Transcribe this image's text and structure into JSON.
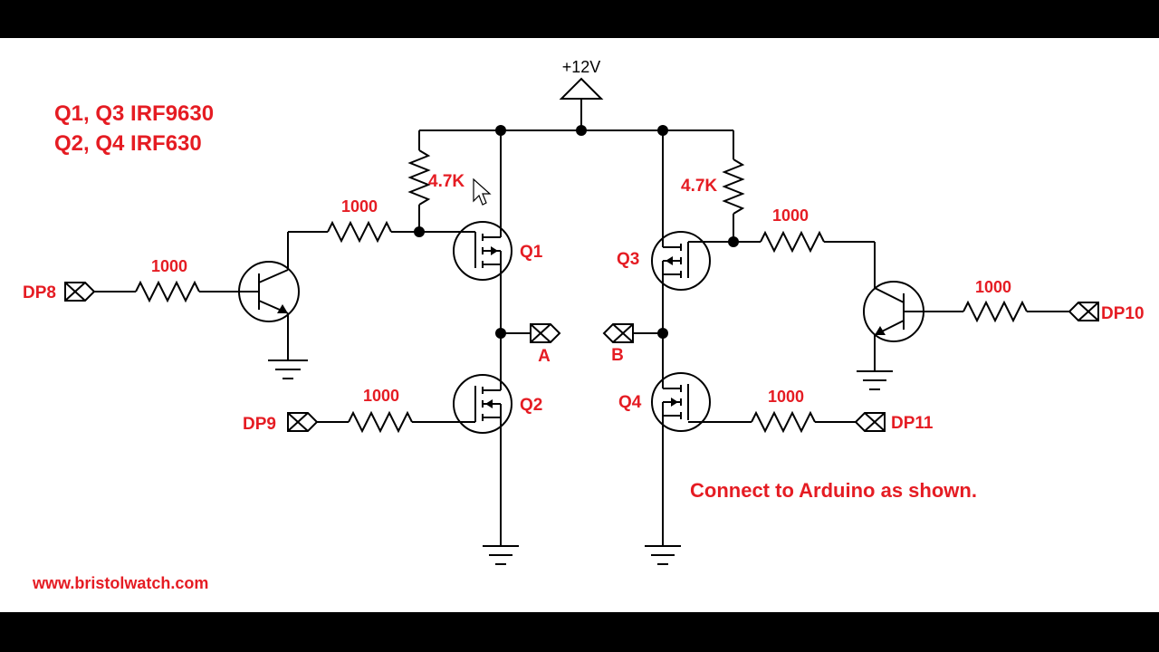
{
  "diagram": {
    "part_notes": [
      "Q1, Q3 IRF9630",
      "Q2, Q4 IRF630"
    ],
    "supply_label": "+12V",
    "resistors": {
      "pullup_left": "4.7K",
      "pullup_right": "4.7K",
      "r_gate_left": "1000",
      "r_base_left": "1000",
      "r_q2_gate": "1000",
      "r_gate_right": "1000",
      "r_base_right": "1000",
      "r_q4_gate": "1000"
    },
    "transistors": {
      "q1": "Q1",
      "q2": "Q2",
      "q3": "Q3",
      "q4": "Q4"
    },
    "pins": {
      "dp8": "DP8",
      "dp9": "DP9",
      "dp10": "DP10",
      "dp11": "DP11"
    },
    "outputs": {
      "a": "A",
      "b": "B"
    },
    "note": "Connect to Arduino as shown.",
    "website": "www.bristolwatch.com"
  }
}
